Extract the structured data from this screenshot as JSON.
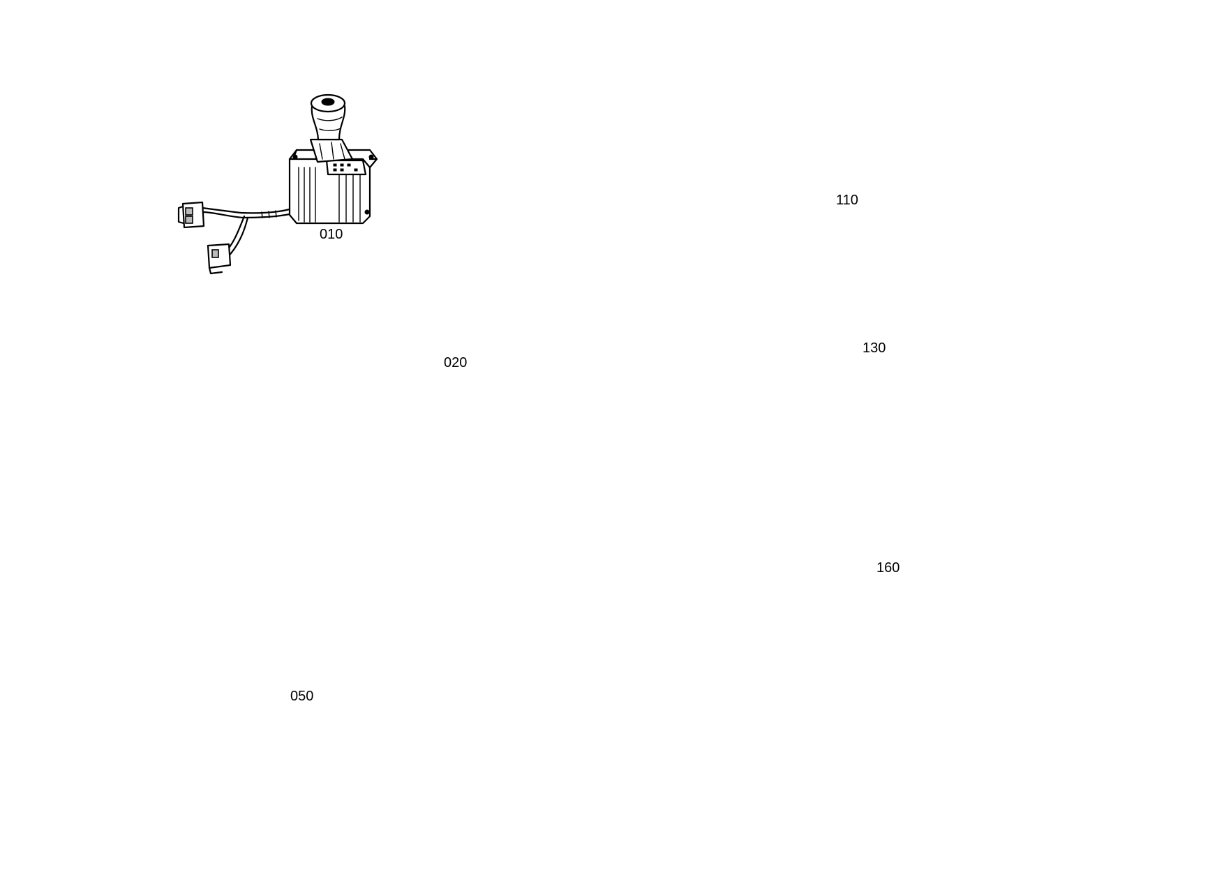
{
  "parts": [
    {
      "id": "joystick",
      "icon": "joystick-icon",
      "label": "010"
    },
    {
      "id": "wiring-harness",
      "icon": "wiring-harness-icon",
      "label": "020"
    },
    {
      "id": "display-unit",
      "icon": "display-unit-icon",
      "label": "050"
    },
    {
      "id": "push-button",
      "icon": "push-button-icon",
      "label": "110"
    },
    {
      "id": "connector-strip",
      "icon": "connector-strip-icon",
      "label": "130"
    },
    {
      "id": "control-box",
      "icon": "control-box-icon",
      "label": "160"
    }
  ]
}
